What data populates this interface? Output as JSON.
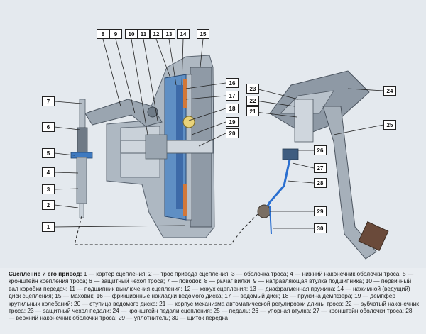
{
  "caption": {
    "title": "Сцепление и его привод:",
    "text": " 1 — картер сцепления; 2 — трос привода сцепления; 3 — оболочка троса; 4 — нижний наконечник оболочки троса; 5 — кронштейн крепления троса; 6 — защитный чехол троса; 7 — поводок; 8 — рычаг вилки; 9 — направляющая втулка подшипника; 10 — первичный вал коробки передач; 11 — подшипник выключения сцепления; 12 — кожух сцепления; 13 — диафрагменная пружина; 14 — нажимной (ведущий) диск сцепления; 15 — маховик; 16 — фрикционные накладки ведомого диска; 17 — ведомый диск; 18 — пружина демпфера; 19 — демпфер крутильных колебаний; 20 — ступица ведомого диска; 21 — корпус механизма автоматической регулировки длины троса; 22 — зубчатый наконечник троса; 23 — защитный чехол педали; 24 — кронштейн педали сцепления; 25 — педаль; 26 — упорная втулка; 27 — кронштейн оболочки троса; 28 — верхний наконечник оболочки троса; 29 — уплотнитель; 30 — щиток передка"
  },
  "callouts": {
    "n1": "1",
    "n2": "2",
    "n3": "3",
    "n4": "4",
    "n5": "5",
    "n6": "6",
    "n7": "7",
    "n8": "8",
    "n9": "9",
    "n10": "10",
    "n11": "11",
    "n12": "12",
    "n13": "13",
    "n14": "14",
    "n15": "15",
    "n16": "16",
    "n17": "17",
    "n18": "18",
    "n19": "19",
    "n20": "20",
    "n21": "21",
    "n22": "22",
    "n23": "23",
    "n24": "24",
    "n25": "25",
    "n26": "26",
    "n27": "27",
    "n28": "28",
    "n29": "29",
    "n30": "30"
  }
}
